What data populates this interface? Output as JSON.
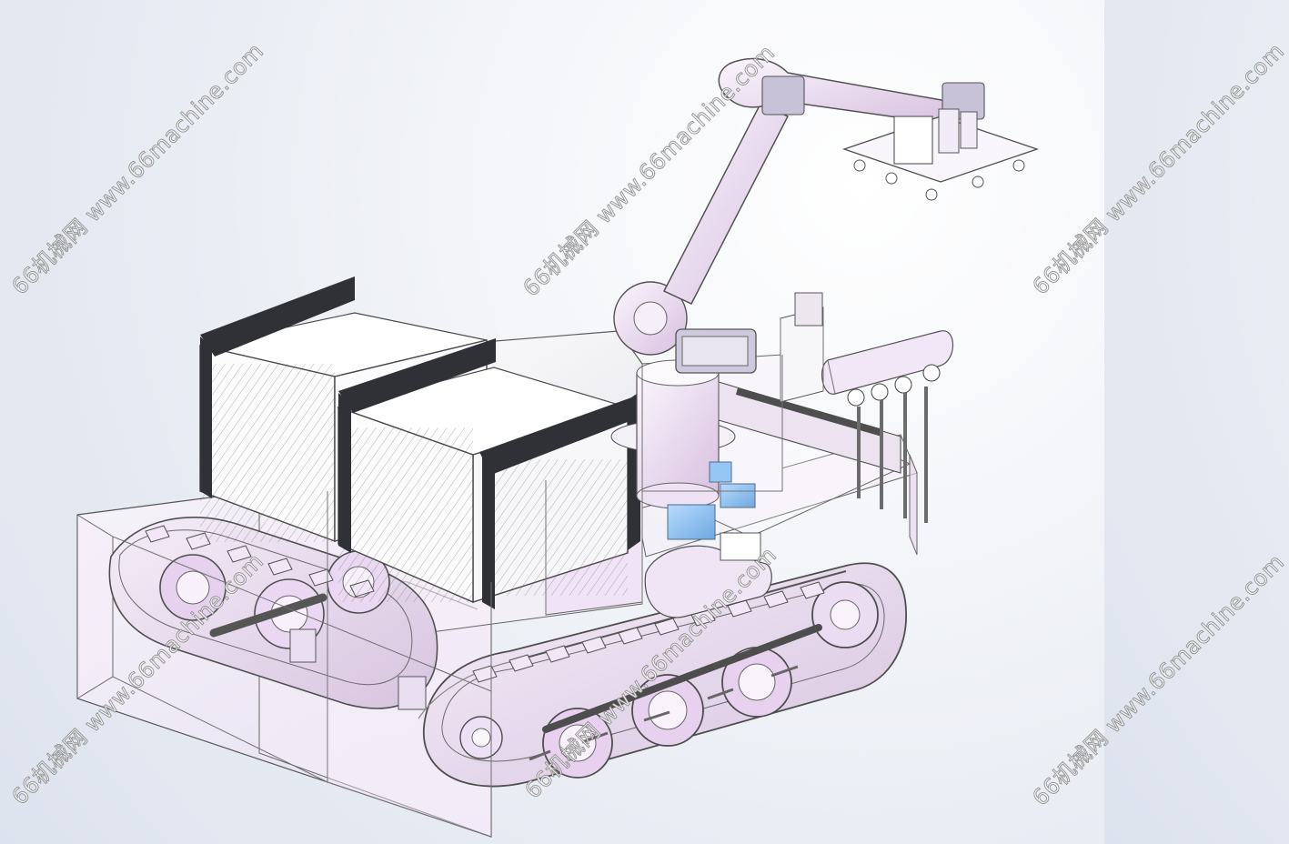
{
  "watermarks": [
    "66机械网 www.66machine.com",
    "66机械网 www.66machine.com",
    "66机械网 www.66machine.com",
    "66机械网 www.66machine.com",
    "66机械网 www.66machine.com",
    "66机械网 www.66machine.com"
  ],
  "colors": {
    "background": "#eef2f7",
    "robot_arm": "#e7d2ef",
    "frame": "#2f3136",
    "line": "#4a4a4a",
    "glass": "#f4eaf8",
    "blue_block": "#7fb4e8"
  }
}
